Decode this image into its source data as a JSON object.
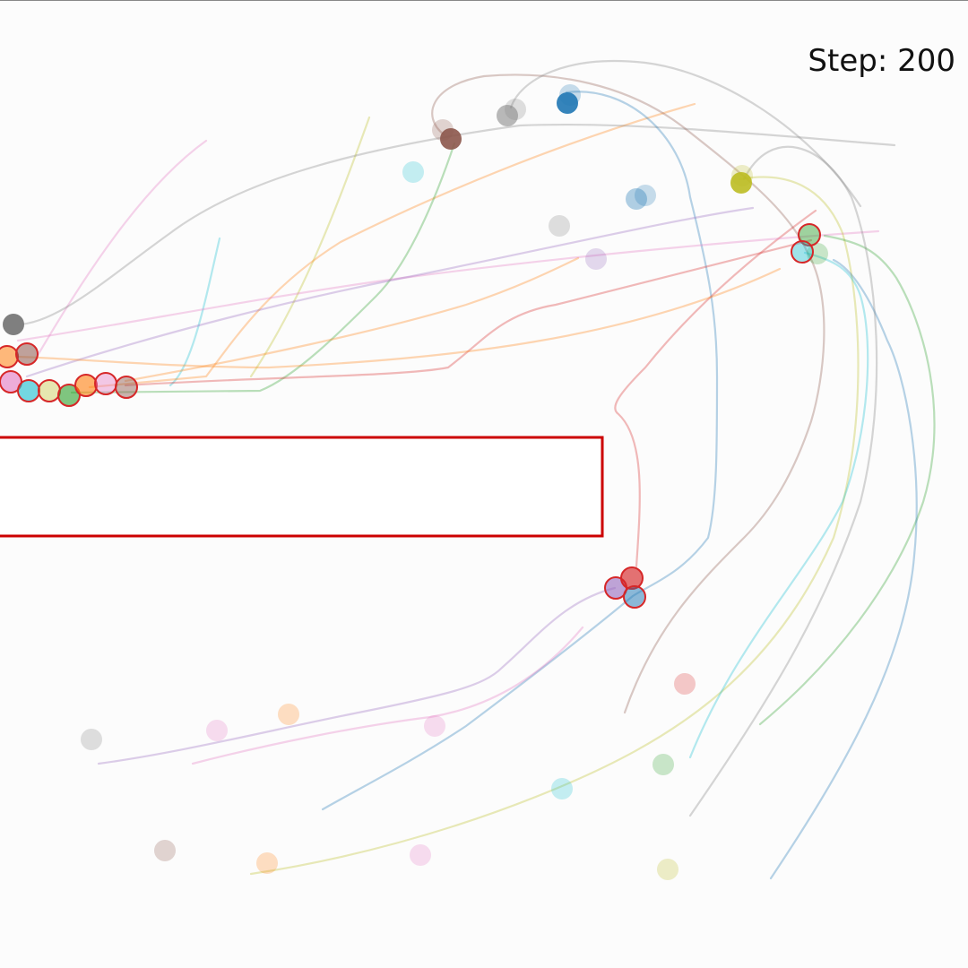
{
  "step_label": "Step: 200",
  "colors": {
    "background": "#fcfcfc",
    "obstacle_edge": "#cc0000",
    "collision_ring": "#d62728"
  },
  "scene": {
    "obstacle": "rectangular-wall",
    "active_agent_count": 19,
    "faded_agent_count": 21
  }
}
